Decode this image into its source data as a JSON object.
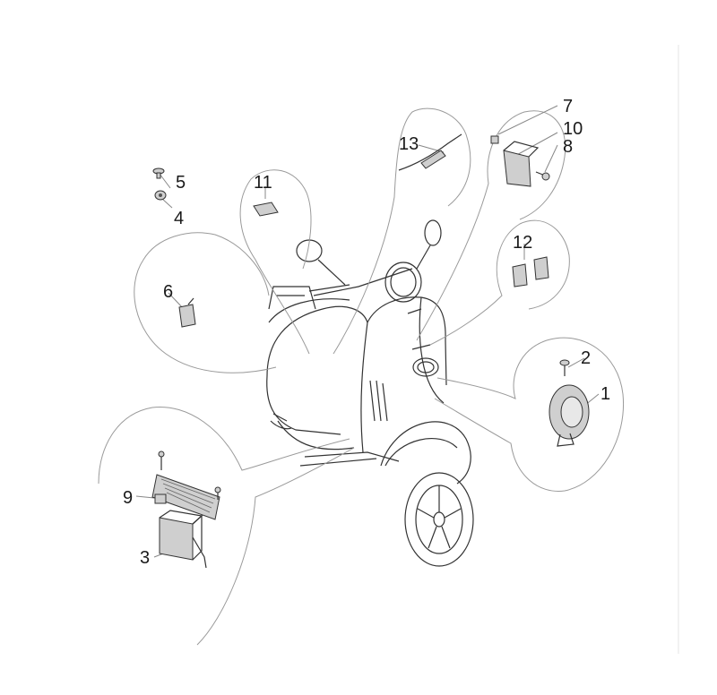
{
  "callouts": {
    "c1": "1",
    "c2": "2",
    "c3": "3",
    "c4": "4",
    "c5": "5",
    "c6": "6",
    "c7": "7",
    "c8": "8",
    "c9": "9",
    "c10": "10",
    "c11": "11",
    "c12": "12",
    "c13": "13"
  },
  "colors": {
    "line": "#333333",
    "bubble": "#9a9a9a",
    "part_fill": "#cfcfcf"
  }
}
